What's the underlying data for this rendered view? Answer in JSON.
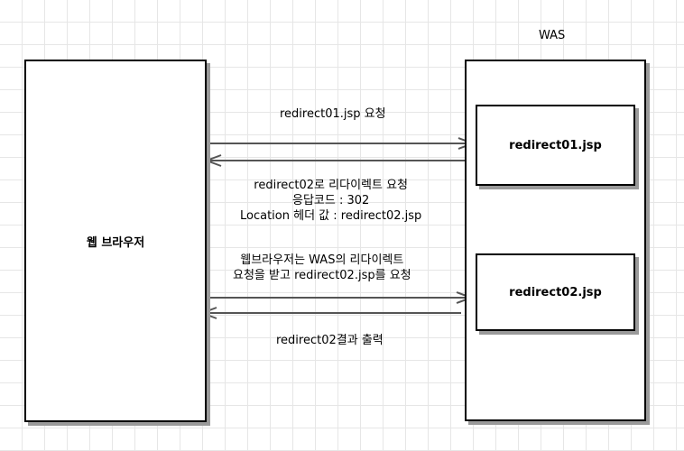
{
  "browser": {
    "label": "웹 브라우저"
  },
  "was": {
    "title": "WAS",
    "jsp1": "redirect01.jsp",
    "jsp2": "redirect02.jsp"
  },
  "messages": {
    "request1": "redirect01.jsp 요청",
    "response1": [
      "redirect02로 리다이렉트 요청",
      "응답코드 : 302",
      "Location 헤더 값 : redirect02.jsp"
    ],
    "request2": [
      "웹브라우저는 WAS의 리다이렉트",
      "요청을 받고 redirect02.jsp를 요청"
    ],
    "response2": "redirect02결과 출력"
  },
  "colors": {
    "arrow": "#555555",
    "shadow": "#9a9a9a",
    "grid": "#e6e6e6"
  }
}
